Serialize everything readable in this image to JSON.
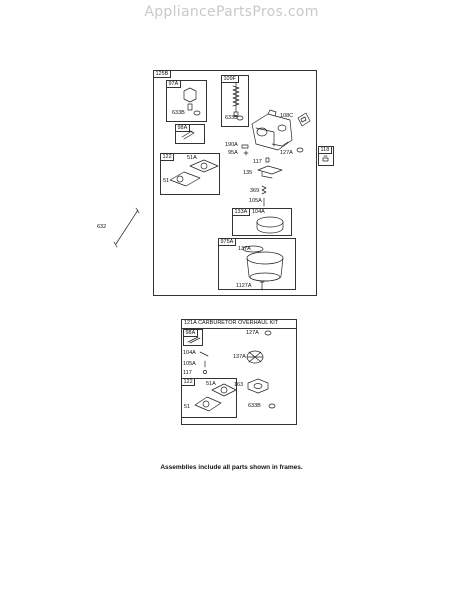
{
  "watermark": "AppliancePartsPros.com",
  "footer_note": "Assemblies include all parts shown in frames.",
  "main_assembly": {
    "frame_label": "125B",
    "labels": {
      "p97a": "97A",
      "p633b_a": "633B",
      "p98a": "98A",
      "p109f": "109F",
      "p633b_b": "633B",
      "p108c": "108C",
      "p190a": "190A",
      "p95a": "95A",
      "p127a": "127A",
      "p117": "117",
      "p135": "135",
      "p369": "369",
      "p105a": "105A",
      "p122": "122",
      "p51a": "51A",
      "p51": "51",
      "p133a": "133A",
      "p104a": "104A",
      "p975a": "975A",
      "p137a": "137A",
      "p1127a": "1127A"
    }
  },
  "part_118": "118",
  "part_632": "632",
  "overhaul_kit": {
    "title": "121A CARBURETOR OVERHAUL KIT",
    "labels": {
      "p98a": "98A",
      "p127a": "127A",
      "p104a": "104A",
      "p105a": "105A",
      "p137a": "137A",
      "p117": "117",
      "p122": "122",
      "p51a": "51A",
      "p163": "163",
      "p51": "51",
      "p633b": "633B"
    }
  }
}
